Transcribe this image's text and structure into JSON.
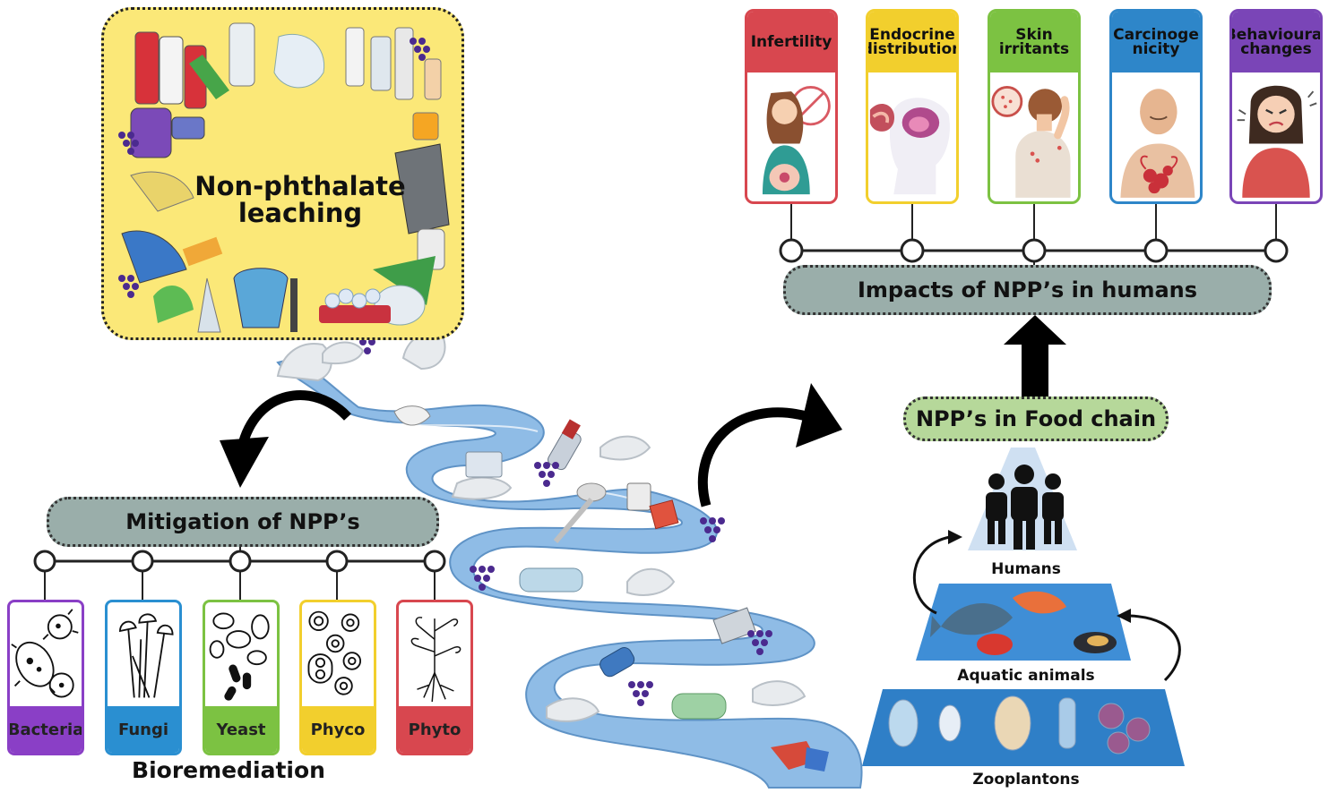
{
  "leaching": {
    "title_line1": "Non-phthalate",
    "title_line2": "leaching"
  },
  "impacts": {
    "title": "Impacts of NPP’s in humans",
    "cards": [
      {
        "line1": "Infertility",
        "line2": "",
        "color": "#d8474f"
      },
      {
        "line1": "Endocrine",
        "line2": "distribution",
        "color": "#f2cf2d"
      },
      {
        "line1": "Skin",
        "line2": "irritants",
        "color": "#7cc242"
      },
      {
        "line1": "Carcinoge",
        "line2": "nicity",
        "color": "#2e86c9"
      },
      {
        "line1": "Behavioural",
        "line2": "changes",
        "color": "#7a45b7"
      }
    ]
  },
  "food_chain": {
    "title": "NPP’s in Food chain"
  },
  "pyramid": {
    "top": "Humans",
    "middle": "Aquatic animals",
    "bottom": "Zooplantons"
  },
  "mitigation": {
    "title": "Mitigation of  NPP’s",
    "caption": "Bioremediation",
    "cards": [
      {
        "label": "Bacteria",
        "color": "#8a3fc6"
      },
      {
        "label": "Fungi",
        "color": "#2a8fd1"
      },
      {
        "label": "Yeast",
        "color": "#7cc242"
      },
      {
        "label": "Phyco",
        "color": "#f2cf2d"
      },
      {
        "label": "Phyto",
        "color": "#d8474f"
      }
    ]
  }
}
